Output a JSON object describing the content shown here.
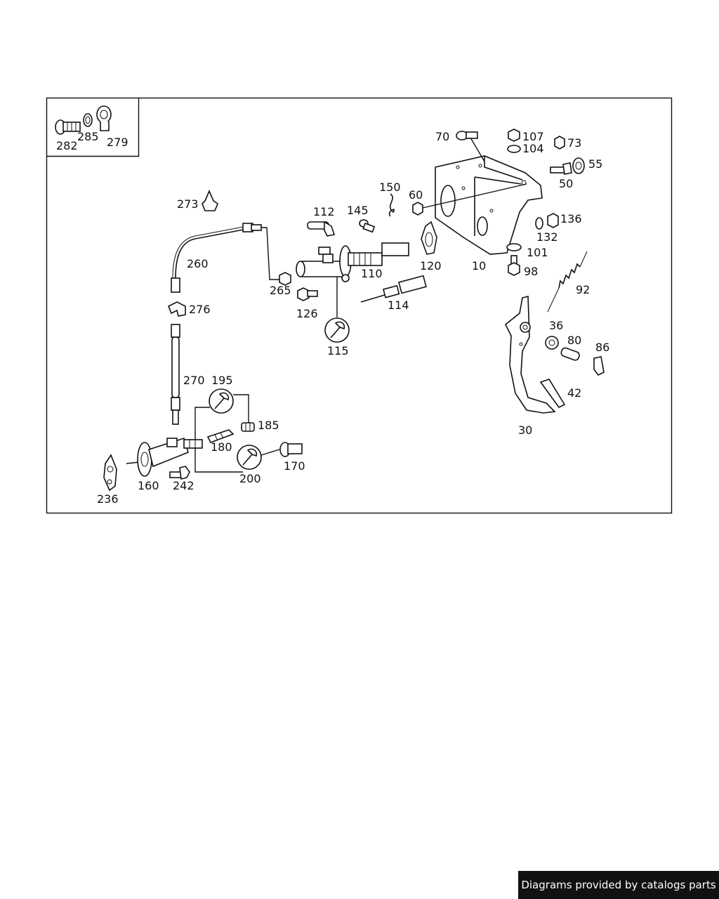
{
  "parts": [
    {
      "id": "inset-bolt",
      "label": "282"
    },
    {
      "id": "inset-washer",
      "label": "285"
    },
    {
      "id": "inset-banjo",
      "label": "279"
    },
    {
      "id": "screw-70",
      "label": "70"
    },
    {
      "id": "nut-107",
      "label": "107"
    },
    {
      "id": "washer-104",
      "label": "104"
    },
    {
      "id": "nut-73",
      "label": "73"
    },
    {
      "id": "bushing-55",
      "label": "55"
    },
    {
      "id": "bolt-50",
      "label": "50"
    },
    {
      "id": "clip-150",
      "label": "150"
    },
    {
      "id": "nut-60",
      "label": "60"
    },
    {
      "id": "clip-273",
      "label": "273"
    },
    {
      "id": "elbow-112",
      "label": "112"
    },
    {
      "id": "screw-145",
      "label": "145"
    },
    {
      "id": "washer-132",
      "label": "132"
    },
    {
      "id": "nut-136",
      "label": "136"
    },
    {
      "id": "line-260",
      "label": "260"
    },
    {
      "id": "master-cyl-110",
      "label": "110"
    },
    {
      "id": "gasket-120",
      "label": "120"
    },
    {
      "id": "bracket-10",
      "label": "10"
    },
    {
      "id": "washer-101",
      "label": "101"
    },
    {
      "id": "bolt-98",
      "label": "98"
    },
    {
      "id": "union-265",
      "label": "265"
    },
    {
      "id": "spring-92",
      "label": "92"
    },
    {
      "id": "bolt-126",
      "label": "126"
    },
    {
      "id": "pushrod-114",
      "label": "114"
    },
    {
      "id": "clamp-276",
      "label": "276"
    },
    {
      "id": "bushing-36",
      "label": "36"
    },
    {
      "id": "pin-80",
      "label": "80"
    },
    {
      "id": "clip-86",
      "label": "86"
    },
    {
      "id": "repair-kit-115",
      "label": "115"
    },
    {
      "id": "hose-270",
      "label": "270"
    },
    {
      "id": "repair-kit-195",
      "label": "195"
    },
    {
      "id": "pad-42",
      "label": "42"
    },
    {
      "id": "bleeder-185",
      "label": "185"
    },
    {
      "id": "valve-180",
      "label": "180"
    },
    {
      "id": "pedal-30",
      "label": "30"
    },
    {
      "id": "screw-170",
      "label": "170"
    },
    {
      "id": "repair-kit-200",
      "label": "200"
    },
    {
      "id": "slave-cyl-160",
      "label": "160"
    },
    {
      "id": "bolt-242",
      "label": "242"
    },
    {
      "id": "plate-236",
      "label": "236"
    }
  ],
  "credit": "Diagrams provided by catalogs parts",
  "colors": {
    "ink": "#111111",
    "background": "#ffffff",
    "credit_bg": "#111111",
    "credit_text": "#ffffff"
  }
}
